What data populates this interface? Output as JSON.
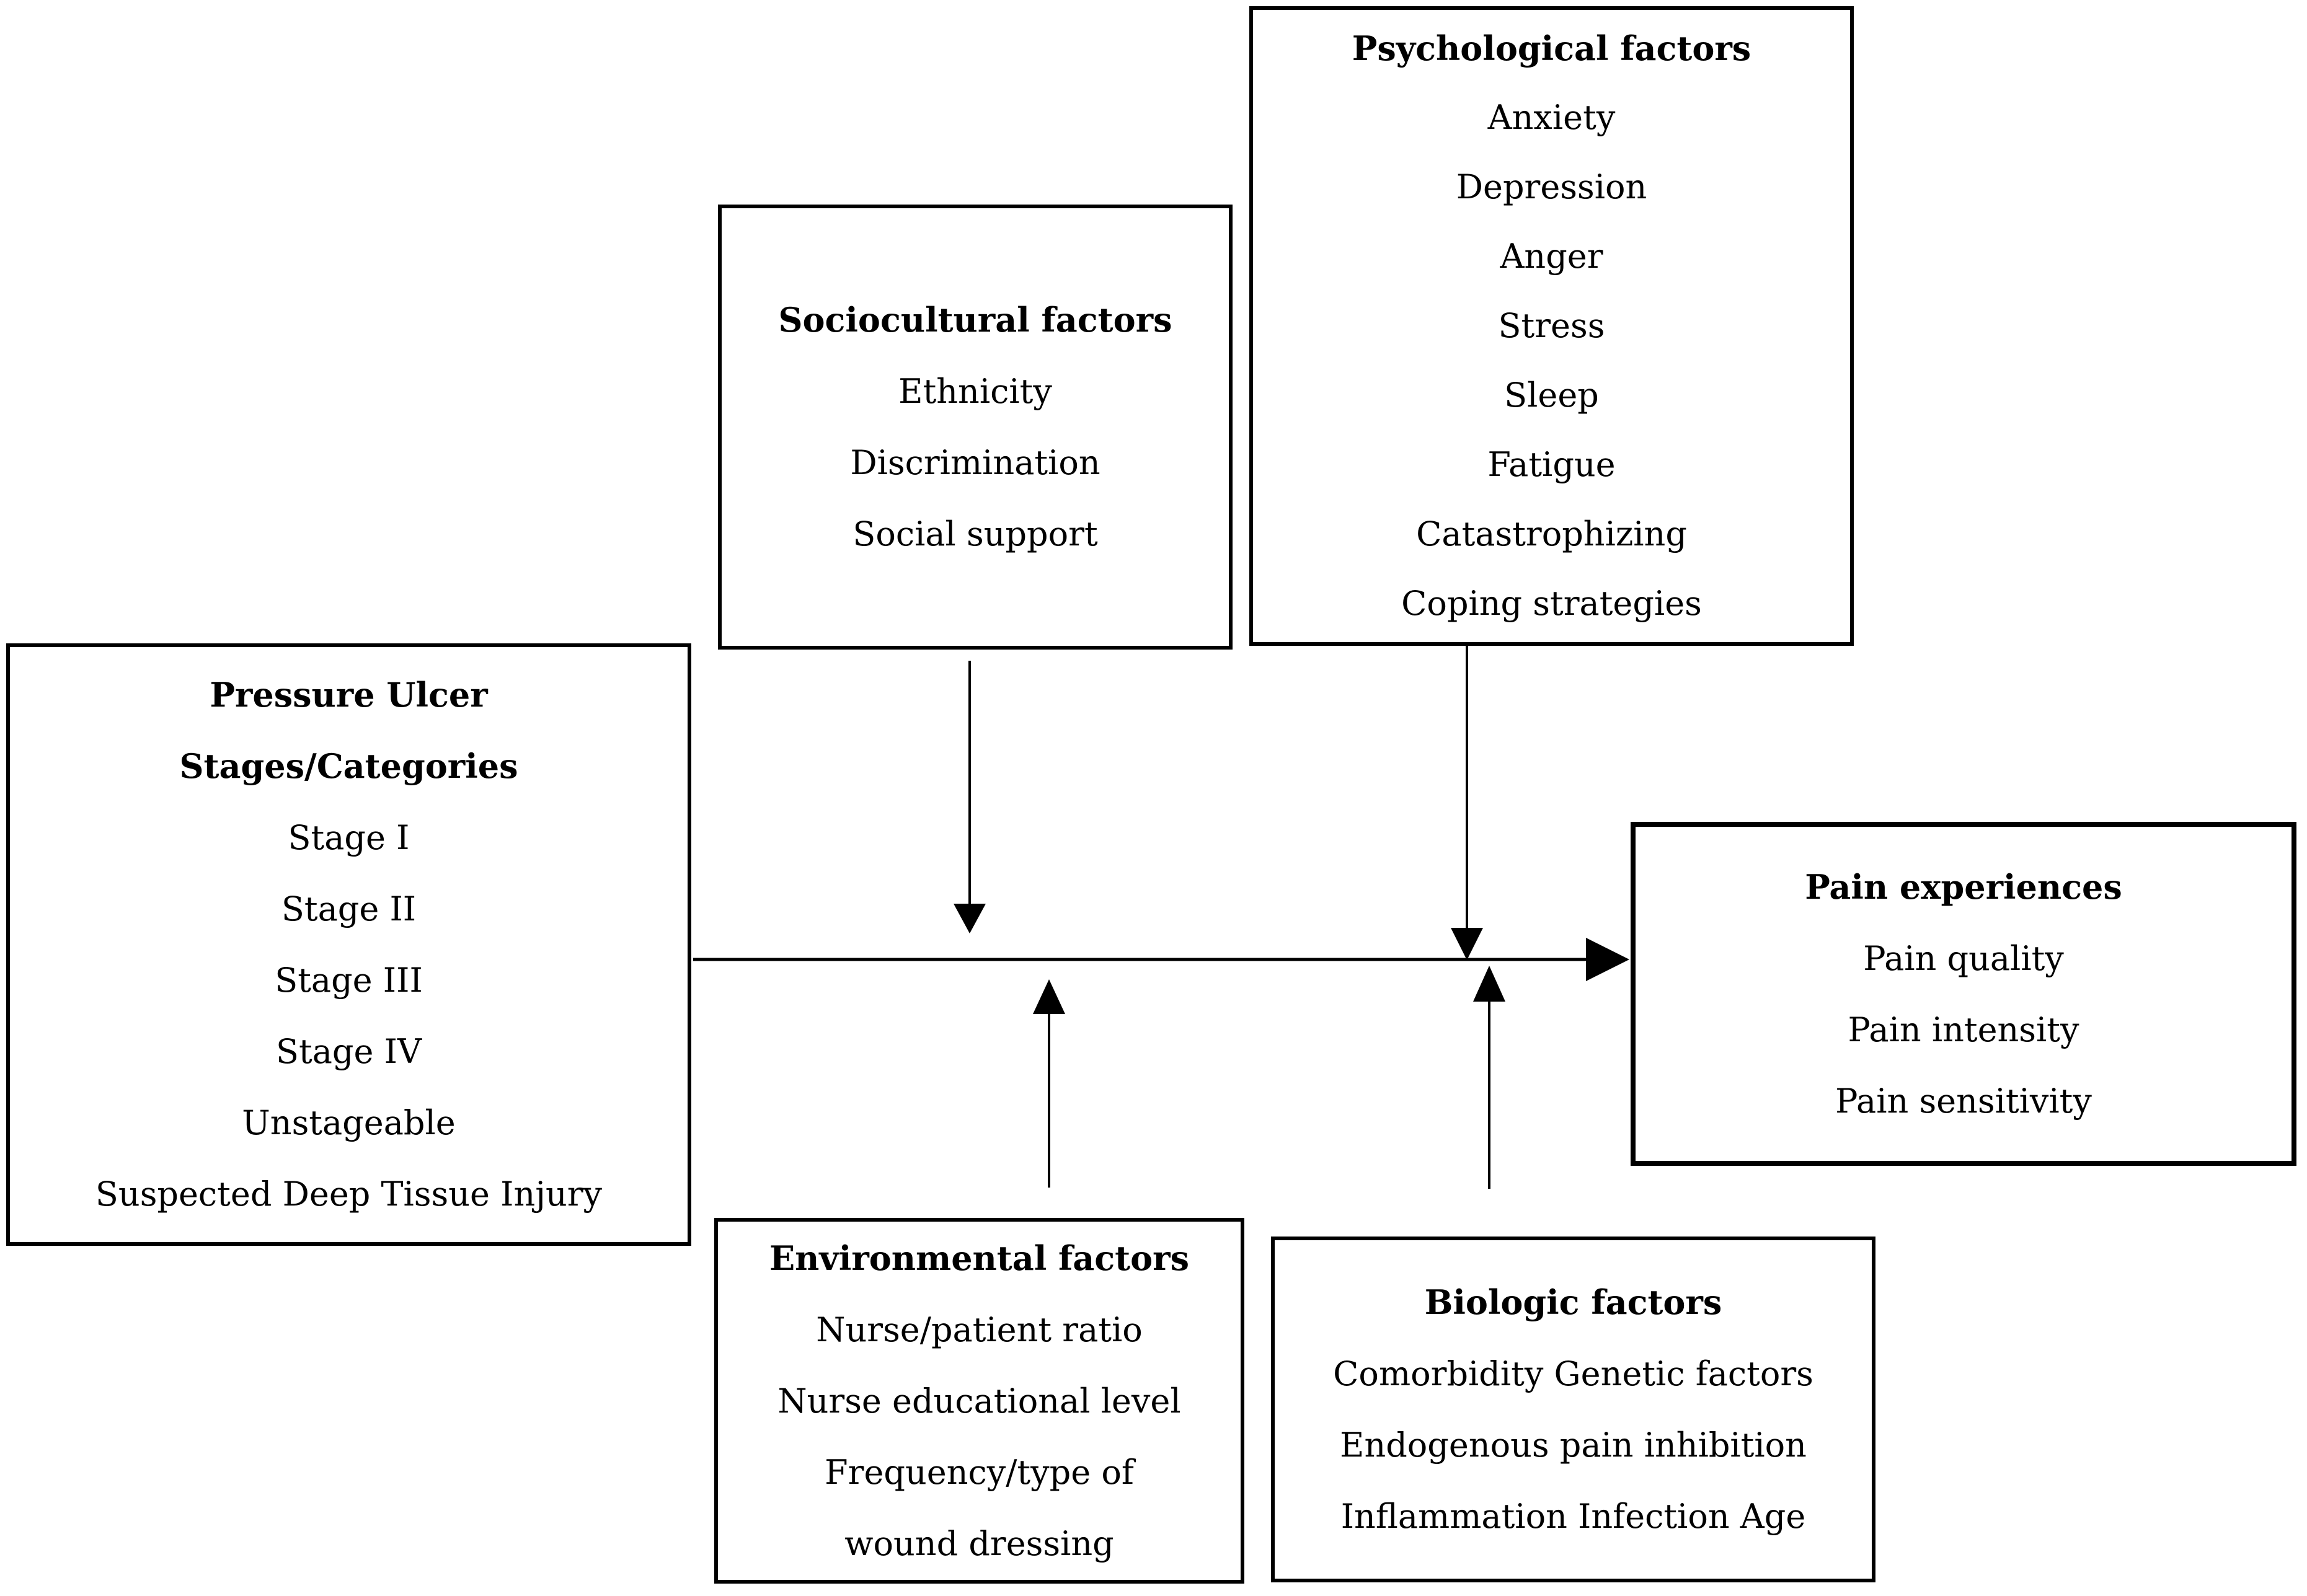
{
  "figure": {
    "background_color": "#ffffff",
    "ink_color": "#000000"
  },
  "boxes": {
    "pressure_ulcer": {
      "title_lines": [
        "Pressure Ulcer",
        "Stages/Categories"
      ],
      "items": [
        "Stage I",
        "Stage II",
        "Stage III",
        "Stage IV",
        "Unstageable",
        "Suspected Deep Tissue Injury"
      ]
    },
    "sociocultural": {
      "title": "Sociocultural factors",
      "items": [
        "Ethnicity",
        "Discrimination",
        "Social support"
      ]
    },
    "psychological": {
      "title": "Psychological factors",
      "items": [
        "Anxiety",
        "Depression",
        "Anger",
        "Stress",
        "Sleep",
        "Fatigue",
        "Catastrophizing",
        "Coping strategies"
      ]
    },
    "pain_experiences": {
      "title": "Pain experiences",
      "items": [
        "Pain quality",
        "Pain intensity",
        "Pain sensitivity"
      ]
    },
    "environmental": {
      "title": "Environmental factors",
      "items": [
        "Nurse/patient ratio",
        "Nurse educational level",
        "Frequency/type of",
        "wound dressing"
      ]
    },
    "biologic": {
      "title": "Biologic factors",
      "items": [
        "Comorbidity Genetic factors",
        "Endogenous pain inhibition",
        "Inflammation Infection Age"
      ]
    }
  },
  "arrows": [
    {
      "name": "pressure-ulcer-to-pain-experiences",
      "from": "pressure_ulcer",
      "to": "pain_experiences",
      "direction": "right"
    },
    {
      "name": "sociocultural-to-pathway",
      "from": "sociocultural",
      "to": "pathway",
      "direction": "down"
    },
    {
      "name": "psychological-to-pathway",
      "from": "psychological",
      "to": "pathway",
      "direction": "down"
    },
    {
      "name": "environmental-to-pathway",
      "from": "environmental",
      "to": "pathway",
      "direction": "up"
    },
    {
      "name": "biologic-to-pathway",
      "from": "biologic",
      "to": "pathway",
      "direction": "up"
    }
  ]
}
